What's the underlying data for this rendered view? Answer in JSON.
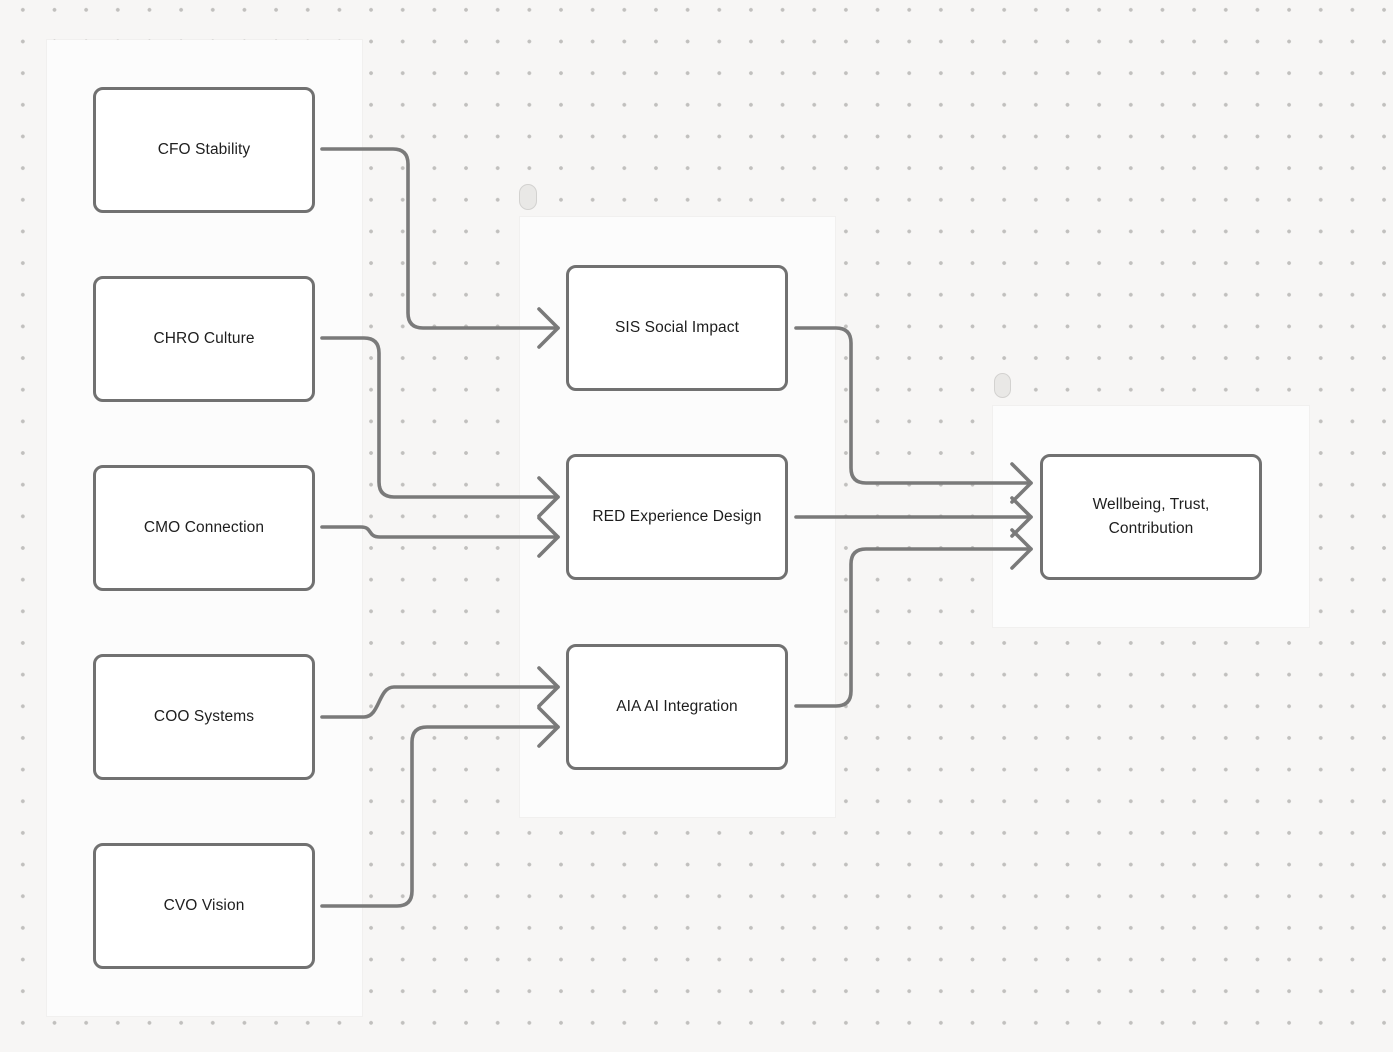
{
  "diagram": {
    "type": "flowchart",
    "nodes": {
      "cfo": {
        "label": "CFO Stability"
      },
      "chro": {
        "label": "CHRO Culture"
      },
      "cmo": {
        "label": "CMO Connection"
      },
      "coo": {
        "label": "COO Systems"
      },
      "cvo": {
        "label": "CVO Vision"
      },
      "sis": {
        "label": "SIS Social Impact"
      },
      "red": {
        "label": "RED Experience Design"
      },
      "aia": {
        "label": "AIA AI Integration"
      },
      "wtc": {
        "label": "Wellbeing, Trust, Contribution"
      }
    },
    "edges": [
      {
        "from": "CFO Stability",
        "to": "SIS Social Impact"
      },
      {
        "from": "CHRO Culture",
        "to": "RED Experience Design"
      },
      {
        "from": "CMO Connection",
        "to": "RED Experience Design"
      },
      {
        "from": "COO Systems",
        "to": "AIA AI Integration"
      },
      {
        "from": "CVO Vision",
        "to": "AIA AI Integration"
      },
      {
        "from": "SIS Social Impact",
        "to": "Wellbeing, Trust, Contribution"
      },
      {
        "from": "RED Experience Design",
        "to": "Wellbeing, Trust, Contribution"
      },
      {
        "from": "AIA AI Integration",
        "to": "Wellbeing, Trust, Contribution"
      }
    ],
    "frames": [
      {
        "id": "frame-inputs",
        "handle_visible": false
      },
      {
        "id": "frame-programs",
        "handle_visible": true
      },
      {
        "id": "frame-outcomes",
        "handle_visible": true
      }
    ],
    "colors": {
      "canvas_background": "#f7f6f5",
      "grid_dot": "#c1c0be",
      "frame_fill": "#fcfcfc",
      "node_fill": "#ffffff",
      "node_border": "#717171",
      "arrow": "#7a7a7a",
      "text": "#1e1e1e",
      "handle_fill": "#e9e8e6"
    }
  }
}
